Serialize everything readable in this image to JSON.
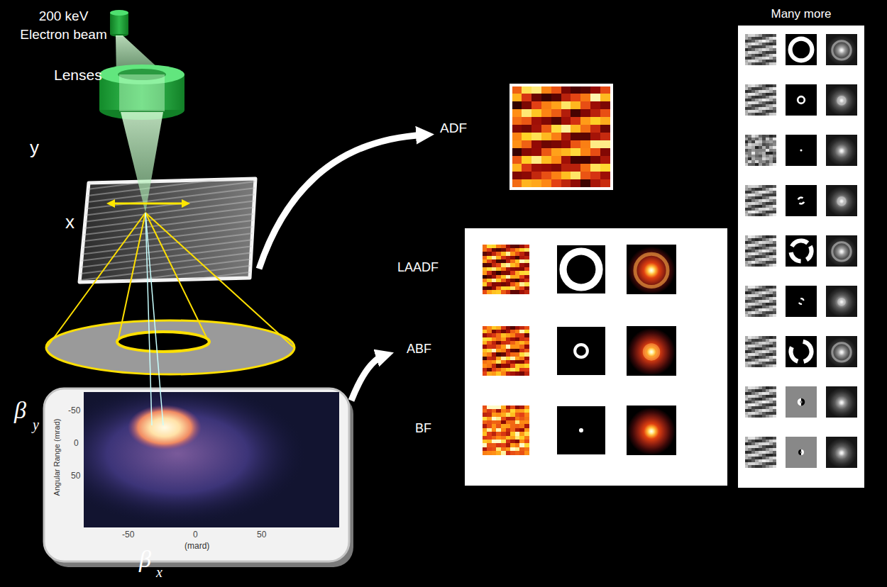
{
  "diagram": {
    "nodes": [
      {
        "text": [
          "y",
          "x"
        ]
      },
      {
        "text": [
          "ADF"
        ]
      },
      {
        "text": [
          "Angular Range (mrad)",
          "(mard)"
        ]
      },
      {
        "text": [
          "LAADF",
          "ABF",
          "BF"
        ]
      },
      {
        "text": [
          "Many more"
        ]
      }
    ],
    "edges": [
      {
        "from": 0,
        "to": 1,
        "arrow": "to"
      },
      {
        "from": 2,
        "to": 3,
        "arrow": "to"
      }
    ],
    "labels": [
      "200 keV Electron beam",
      "Lenses",
      "β",
      "y",
      "β",
      "x",
      "-50",
      "0",
      "50",
      "-50",
      "0",
      "50"
    ]
  }
}
